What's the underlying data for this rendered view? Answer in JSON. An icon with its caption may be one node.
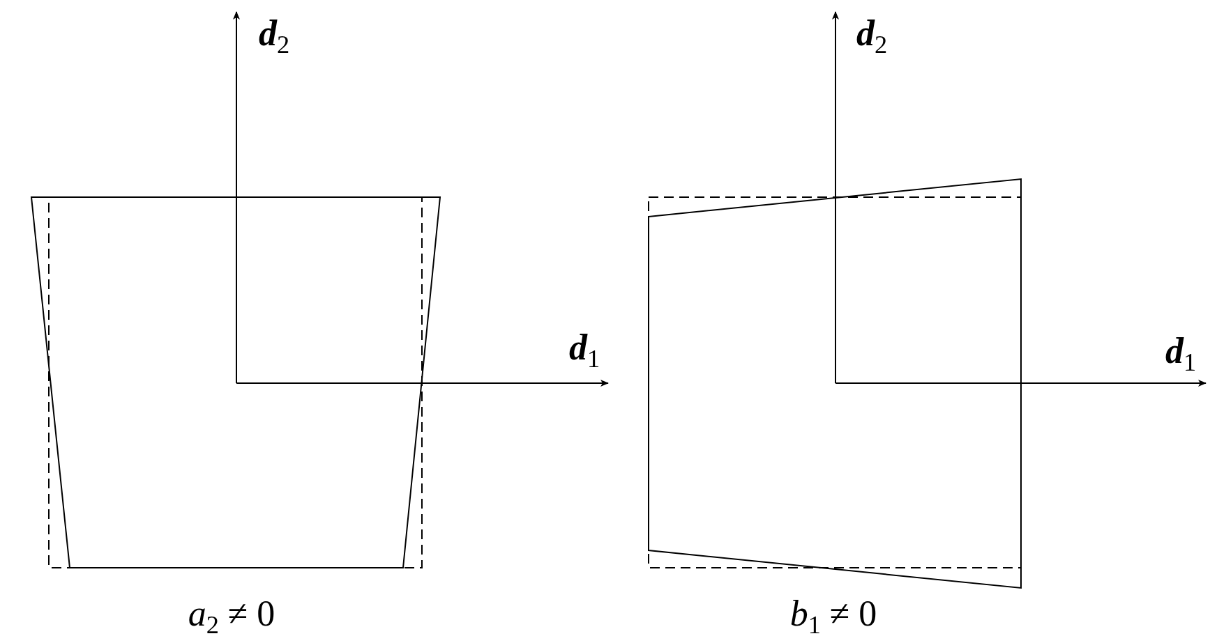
{
  "diagram": {
    "labels": [
      "**d**$_{2}$",
      "**d**$_{1}$",
      "*a*$_{2}$ ≠ 0",
      "**d**$_{2}$",
      "**d**$_{1}$",
      "*b*$_{1}$ ≠ 0"
    ]
  }
}
